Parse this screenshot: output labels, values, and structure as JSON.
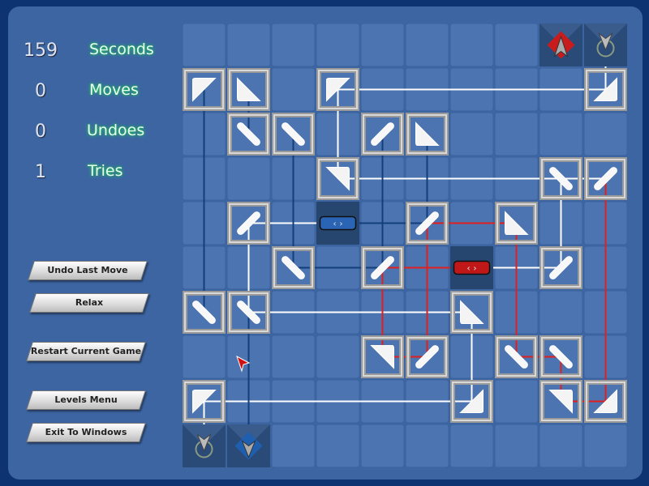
{
  "stats": [
    {
      "value": "159",
      "label": "Seconds"
    },
    {
      "value": "0",
      "label": "Moves"
    },
    {
      "value": "0",
      "label": "Undoes"
    },
    {
      "value": "1",
      "label": "Tries"
    }
  ],
  "buttons": {
    "undo": "Undo Last Move",
    "relax": "Relax",
    "restart": "Restart Current Game",
    "levels": "Levels Menu",
    "exit": "Exit To Windows"
  },
  "colors": {
    "background": "#3c65a2",
    "beam_white": "#ffffff",
    "beam_red": "#e02020",
    "beam_blue": "#123f7a",
    "emitter_red": "#c81c1c",
    "emitter_blue": "#1f5fb0"
  }
}
